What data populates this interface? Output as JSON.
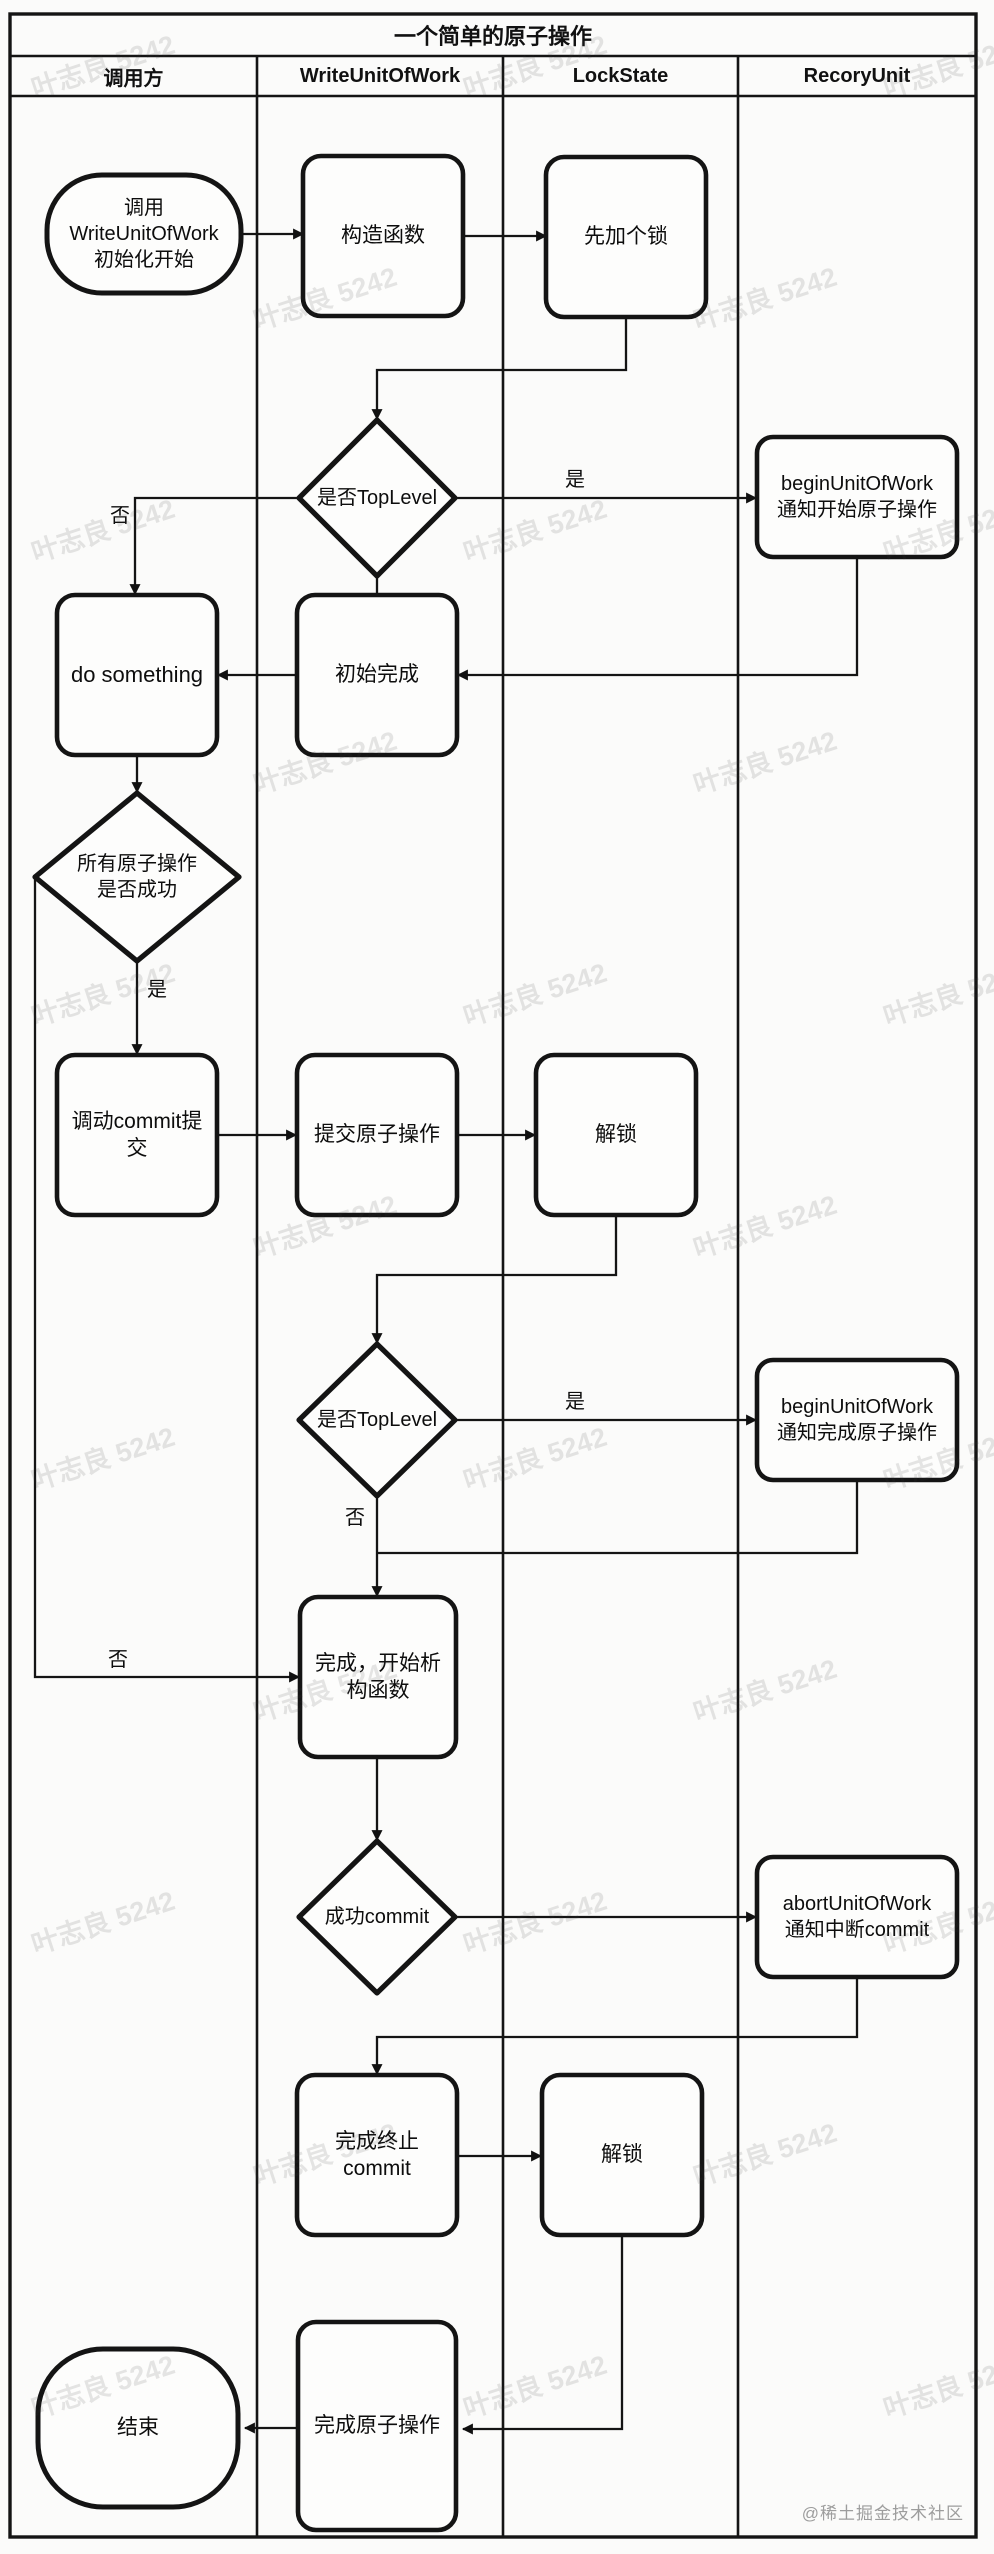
{
  "title": "一个简单的原子操作",
  "lanes": {
    "caller": "调用方",
    "write_unit_of_work": "WriteUnitOfWork",
    "lock_state": "LockState",
    "recovery_unit": "RecoryUnit"
  },
  "nodes": {
    "start": "调用\nWriteUnitOfWork\n初始化开始",
    "constructor": "构造函数",
    "add_lock": "先加个锁",
    "is_toplevel_begin": "是否TopLevel",
    "begin_unit_of_work_start": "beginUnitOfWork\n通知开始原子操作",
    "init_done": "初始完成",
    "do_something": "do something",
    "all_atomic_ops_success": "所有原子操作\n是否成功",
    "call_commit": "调动commit提\n交",
    "commit_atomic_op": "提交原子操作",
    "unlock_1": "解锁",
    "is_toplevel_commit": "是否TopLevel",
    "begin_unit_of_work_done": "beginUnitOfWork\n通知完成原子操作",
    "finish_destructor": "完成，开始析\n构函数",
    "commit_success": "成功commit",
    "abort_unit_of_work": "abortUnitOfWork\n通知中断commit",
    "finish_abort_commit": "完成终止\ncommit",
    "unlock_2": "解锁",
    "finish_atomic_op": "完成原子操作",
    "end": "结束"
  },
  "edge_labels": {
    "toplevel1_yes": "是",
    "toplevel1_no": "否",
    "all_success_yes": "是",
    "all_success_no": "否",
    "toplevel2_yes": "是",
    "toplevel2_no": "否"
  },
  "watermark": {
    "text": "叶志良 5242"
  },
  "credit": "@稀土掘金技术社区"
}
